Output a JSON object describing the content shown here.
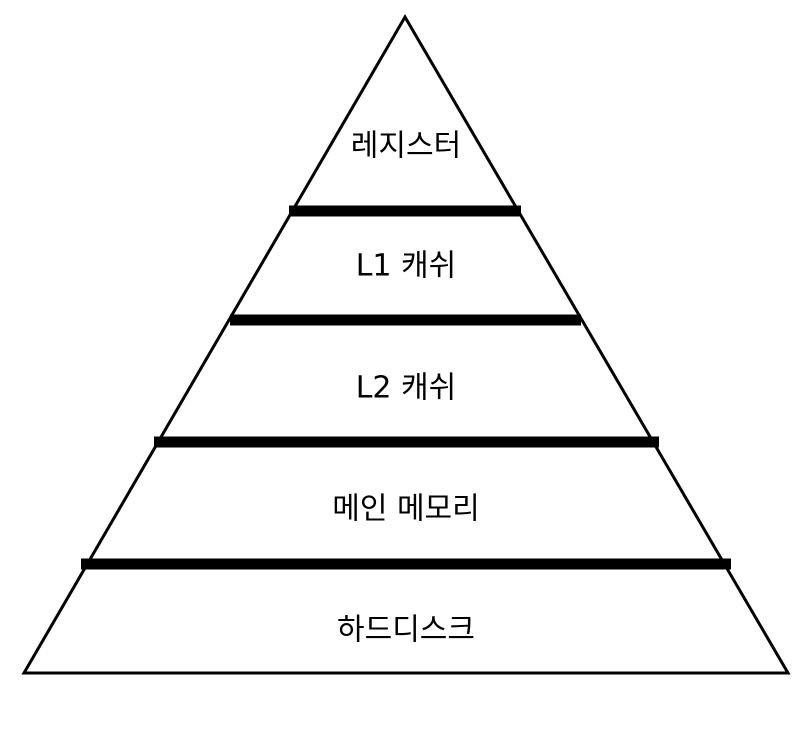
{
  "diagram": {
    "type": "memory-hierarchy-pyramid",
    "levels": [
      {
        "label": "레지스터"
      },
      {
        "label": "L1 캐쉬"
      },
      {
        "label": "L2 캐쉬"
      },
      {
        "label": "메인 메모리"
      },
      {
        "label": "하드디스크"
      }
    ],
    "colors": {
      "stroke": "#000000",
      "fill": "#ffffff",
      "text": "#000000"
    }
  }
}
